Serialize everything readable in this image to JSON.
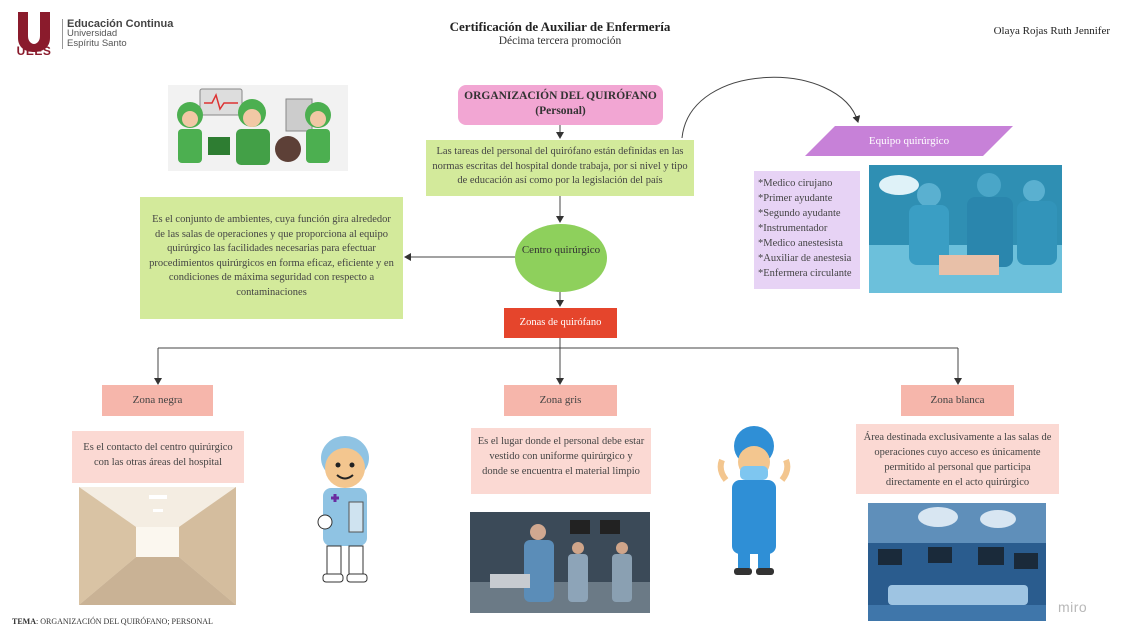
{
  "header": {
    "logo_letters": "UEES",
    "logo_line1": "Educación Continua",
    "logo_line2": "Universidad",
    "logo_line3": "Espíritu Santo",
    "title": "Certificación de Auxiliar de Enfermería",
    "subtitle": "Décima tercera promoción",
    "author": "Olaya Rojas Ruth Jennifer"
  },
  "main": {
    "title_line1": "ORGANIZACIÓN DEL QUIRÓFANO",
    "title_line2": "(Personal)",
    "tasks_text": "Las tareas del personal del quirófano están definidas en las normas escritas del hospital donde trabaja, por si nivel y tipo de educación así como por la legislación del país",
    "definition_text": "Es el conjunto de ambientes, cuya función gira alrededor de las salas de operaciones y que proporciona al equipo quirúrgico las facilidades necesarias para efectuar procedimientos quirúrgicos en forma eficaz, eficiente y en condiciones de máxima seguridad con respecto a contaminaciones",
    "centro": "Centro quirúrgico",
    "zonas": "Zonas de quirófano"
  },
  "team": {
    "label": "Equipo quirúrgico",
    "members": [
      "*Medico cirujano",
      "*Primer ayudante",
      "*Segundo ayudante",
      "*Instrumentador",
      "*Medico anestesista",
      "*Auxiliar de anestesia",
      "*Enfermera circulante"
    ]
  },
  "zones": [
    {
      "name": "Zona negra",
      "description": "Es el contacto del centro quirúrgico con las otras áreas del hospital"
    },
    {
      "name": "Zona gris",
      "description": "Es el lugar donde el personal debe estar vestido con uniforme quirúrgico y donde se encuentra el material limpio"
    },
    {
      "name": "Zona blanca",
      "description": "Área destinada exclusivamente a las salas de operaciones cuyo acceso es únicamente permitido al personal que participa directamente en el acto quirúrgico"
    }
  ],
  "footer": {
    "tema_label": "TEMA",
    "tema_text": ": ORGANIZACIÓN DEL QUIRÓFANO; PERSONAL",
    "watermark": "miro"
  },
  "colors": {
    "title_box": "#f2a6d3",
    "green_box": "#d3ea9b",
    "centro": "#8ed05c",
    "zonas": "#e5452c",
    "zone_label": "#f6b6ab",
    "zone_desc": "#fbd9d3",
    "team_label": "#c781d8",
    "team_list": "#e7d3f5",
    "logo": "#8a1b2c"
  }
}
